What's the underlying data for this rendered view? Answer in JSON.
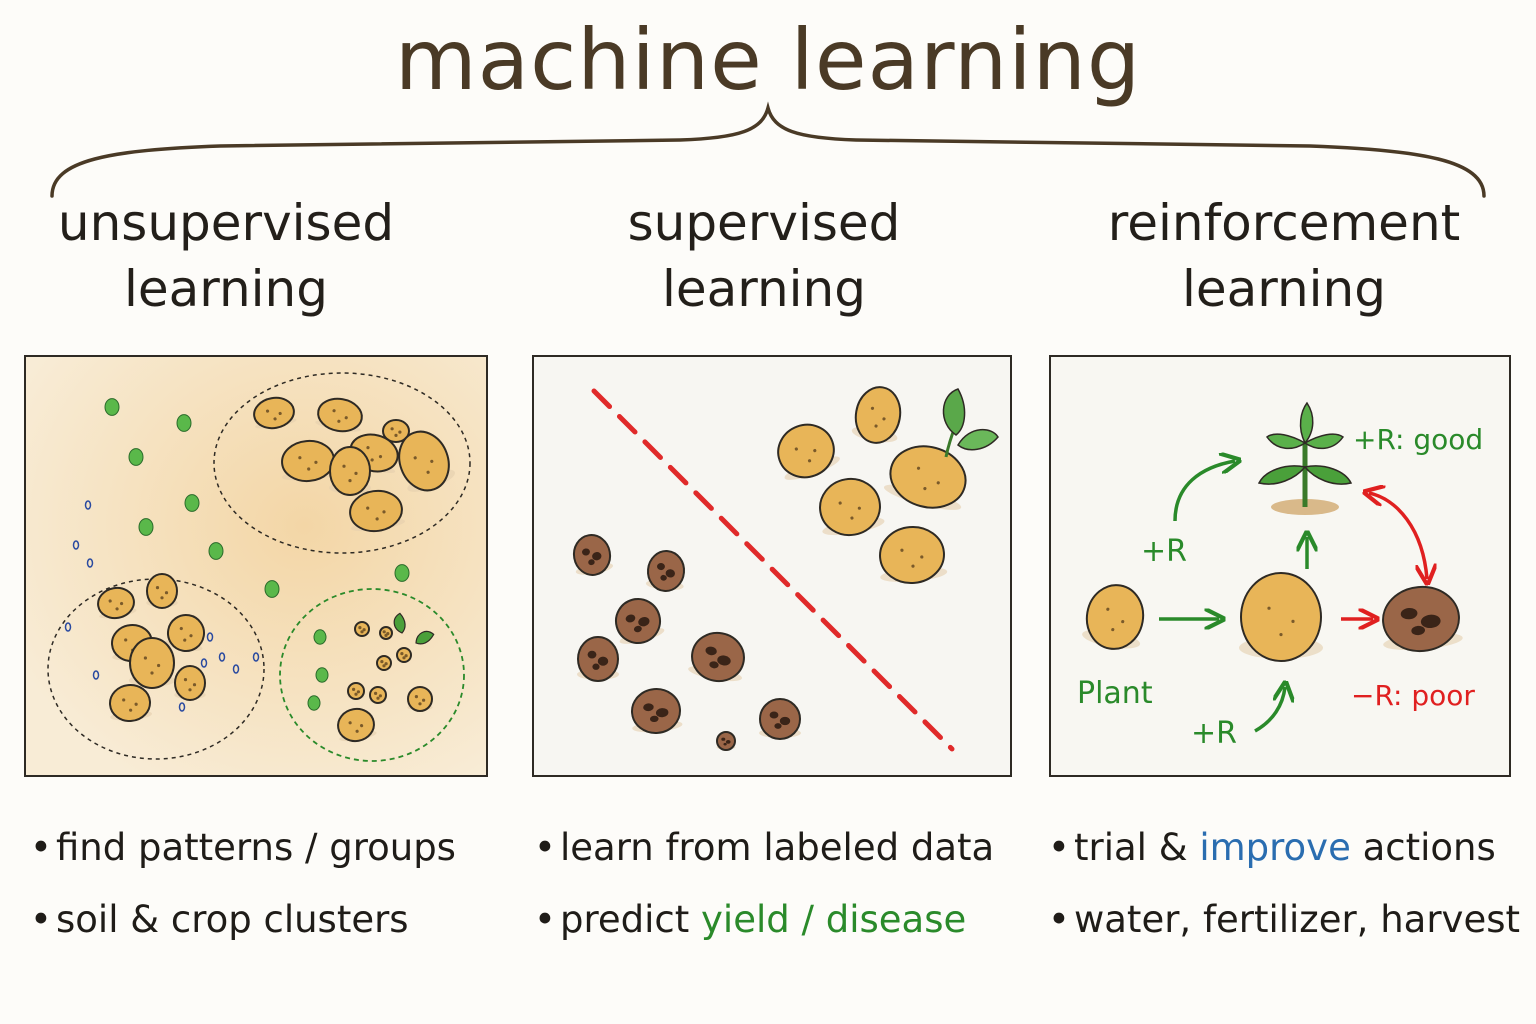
{
  "title": "machine learning",
  "colors": {
    "title_brown": "#4a3a26",
    "potato": "#e8b558",
    "diseased_potato": "#9a6648",
    "reward_green": "#2a8a2a",
    "penalty_red": "#e02020",
    "boundary_red": "#e02a2a",
    "highlight_blue": "#2a6db0"
  },
  "columns": [
    {
      "title_line1": "unsupervised",
      "title_line2": "learning",
      "bullets": [
        {
          "text": "find patterns / groups"
        },
        {
          "text": "soil & crop clusters"
        }
      ]
    },
    {
      "title_line1": "supervised",
      "title_line2": "learning",
      "bullets": [
        {
          "text": "learn from labeled data"
        },
        {
          "prefix": "predict ",
          "highlight": "yield / disease",
          "highlight_color": "green"
        }
      ]
    },
    {
      "title_line1": "reinforcement",
      "title_line2": "learning",
      "bullets": [
        {
          "prefix": "trial & ",
          "highlight": "improve",
          "suffix": " actions",
          "highlight_color": "blue"
        },
        {
          "text": "water, fertilizer, harvest"
        }
      ]
    }
  ],
  "rl_diagram": {
    "plant_label": "Plant",
    "reward_up": "+R",
    "reward_bottom": "+R",
    "good_label": "+R: good",
    "poor_label": "−R: poor"
  },
  "icons": [
    "potato-icon",
    "diseased-potato-icon",
    "sprout-icon",
    "seedling-icon",
    "leaf-icon",
    "pebble-icon"
  ]
}
